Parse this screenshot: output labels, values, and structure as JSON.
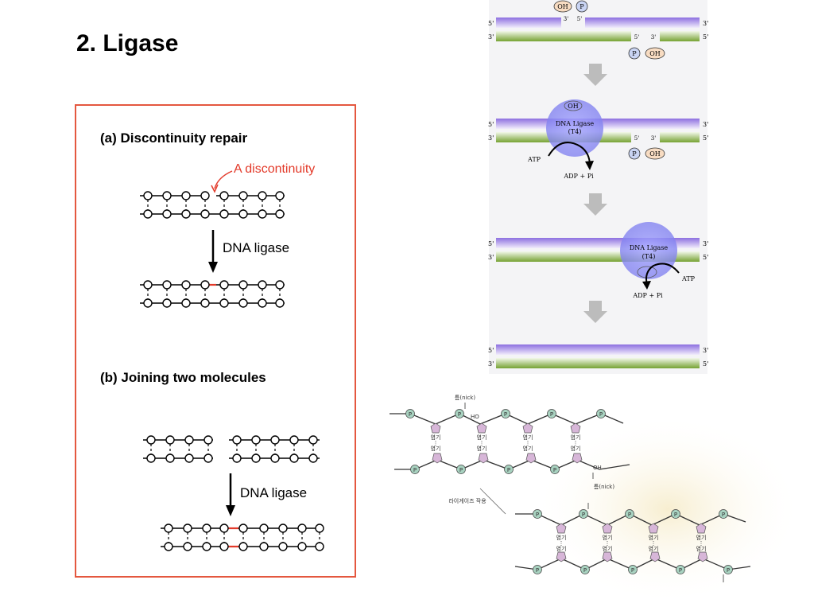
{
  "slide": {
    "title": "2. Ligase"
  },
  "panel_a": {
    "label": "(a)  Discontinuity repair",
    "annotation": "A discontinuity",
    "arrow_label": "DNA ligase"
  },
  "panel_b": {
    "label": "(b)  Joining two molecules",
    "arrow_label": "DNA ligase"
  },
  "right_top": {
    "strand_top_left": "5'",
    "strand_top_right": "3'",
    "strand_bottom_left": "3'",
    "strand_bottom_right": "5'",
    "oh": "OH",
    "p": "P",
    "three_prime": "3'",
    "five_prime": "5'",
    "enzyme": "DNA Ligase",
    "enzyme_sub": "(T4)",
    "atp": "ATP",
    "adp": "ADP + Pi"
  },
  "right_bottom": {
    "nick": "틈(nick)",
    "ho": "HO",
    "oh": "OH",
    "base": "염기",
    "action": "라이게이즈 작용",
    "p": "P"
  },
  "colors": {
    "panel_border": "#e4573f",
    "highlight_red": "#e33a2a",
    "purple_strand": "#9b7fe0",
    "green_strand": "#7fa63a",
    "enzyme": "#8f8ff0"
  }
}
